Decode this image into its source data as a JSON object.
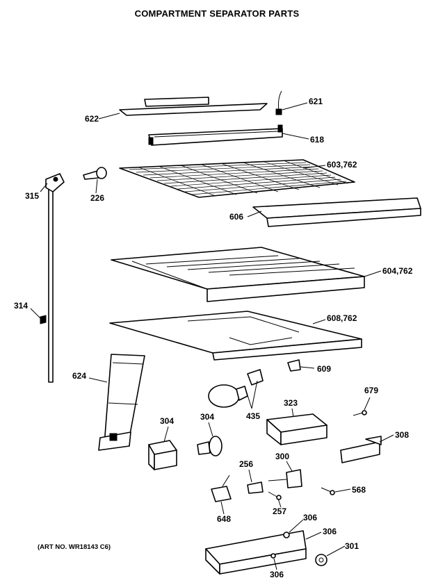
{
  "title": "COMPARTMENT SEPARATOR PARTS",
  "art_no": "(ART NO. WR18143 C6)",
  "callouts": {
    "p621": "621",
    "p622": "622",
    "p618": "618",
    "p603": "603,762",
    "p315": "315",
    "p226": "226",
    "p606": "606",
    "p604": "604,762",
    "p314": "314",
    "p608": "608,762",
    "p609": "609",
    "p624": "624",
    "p679": "679",
    "p323": "323",
    "p435": "435",
    "p304a": "304",
    "p304b": "304",
    "p308": "308",
    "p256": "256",
    "p300": "300",
    "p568": "568",
    "p257": "257",
    "p648": "648",
    "p306a": "306",
    "p306b": "306",
    "p306c": "306",
    "p301": "301"
  }
}
